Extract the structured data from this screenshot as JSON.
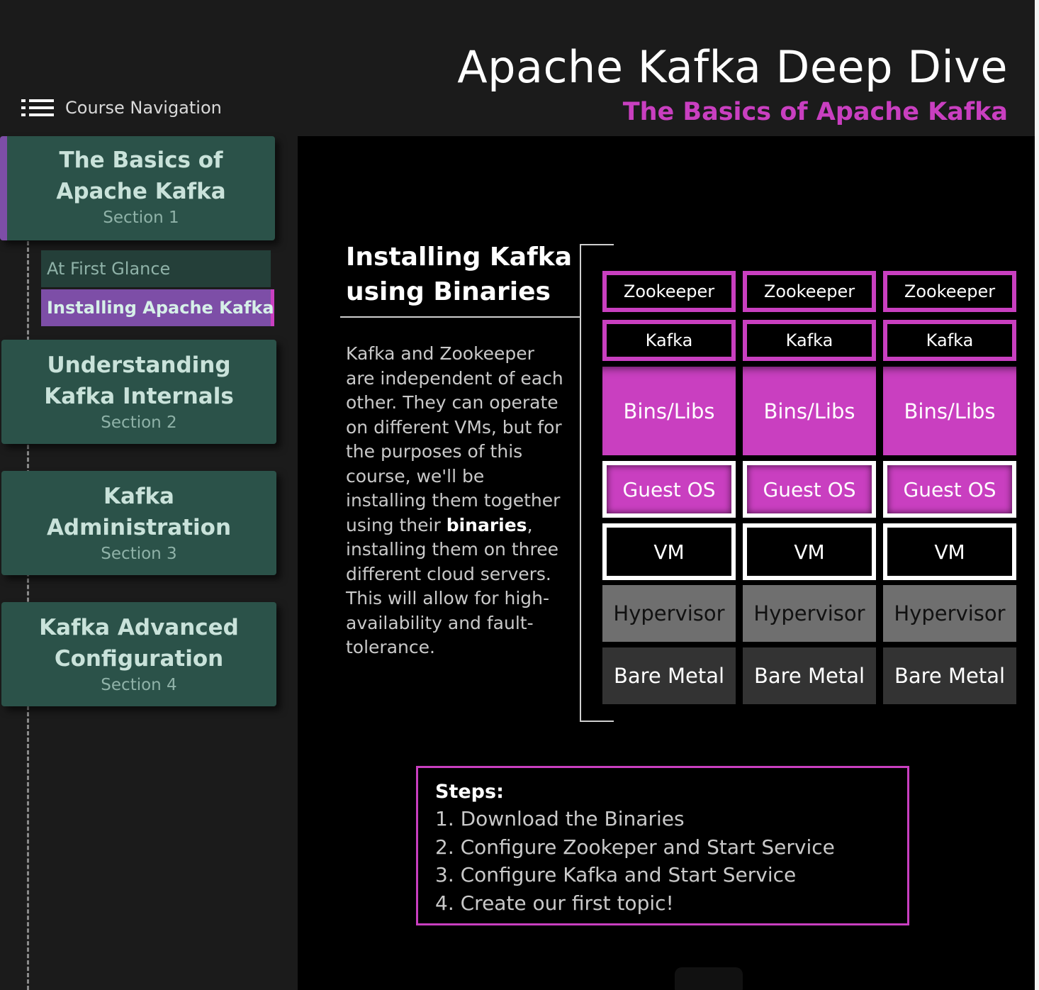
{
  "header": {
    "title": "Apache Kafka Deep Dive",
    "subtitle": "The Basics of Apache Kafka"
  },
  "nav": {
    "label": "Course Navigation",
    "icon": "list-icon"
  },
  "sections": [
    {
      "title": "The Basics of Apache Kafka",
      "number": "Section 1",
      "active": true
    },
    {
      "title": "Understanding Kafka Internals",
      "number": "Section 2"
    },
    {
      "title": "Kafka Administration",
      "number": "Section 3"
    },
    {
      "title": "Kafka Advanced Configuration",
      "number": "Section 4"
    }
  ],
  "lessons": [
    {
      "label": "At First Glance"
    },
    {
      "label": "Installing Apache Kafka",
      "active": true
    }
  ],
  "content": {
    "heading": "Installing Kafka using Binaries",
    "description_before": "Kafka and Zookeeper are independent of each other. They can operate on different VMs, but for the purposes of this course, we'll be installing them together using their ",
    "description_bold": "binaries",
    "description_after": ", installing them on three different cloud servers.  This will allow for high-availability and fault-tolerance.",
    "diagram": {
      "layers": [
        "Zookeeper",
        "Kafka",
        "Bins/Libs",
        "Guest OS",
        "VM",
        "Hypervisor",
        "Bare Metal"
      ],
      "columns": 3
    },
    "steps": {
      "heading": "Steps:",
      "items": [
        "1. Download the Binaries",
        "2. Configure Zookeper and Start Service",
        "3. Configure Kafka and Start Service",
        "4. Create our first topic!"
      ]
    }
  },
  "colors": {
    "accent": "#c93fc0",
    "section_card": "#2b5249",
    "active_lesson": "#7d4ea7"
  }
}
